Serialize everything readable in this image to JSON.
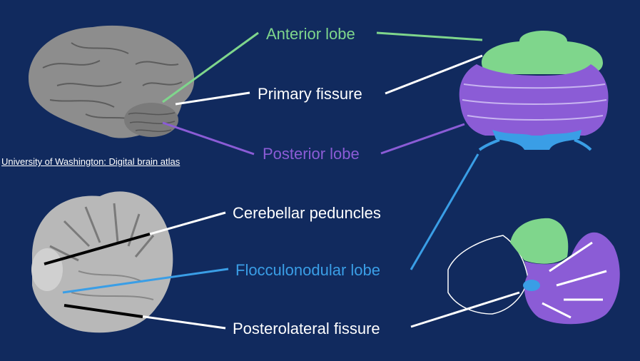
{
  "labels": {
    "anterior_lobe": "Anterior lobe",
    "primary_fissure": "Primary fissure",
    "posterior_lobe": "Posterior lobe",
    "cerebellar_peduncles": "Cerebellar peduncles",
    "flocculonodular_lobe": "Flocculonodular lobe",
    "posterolateral_fissure": "Posterolateral fissure"
  },
  "credit": "University of Washington: Digital brain atlas",
  "colors": {
    "background": "#112a5e",
    "anterior": "#7fd68c",
    "posterior": "#8b5cd6",
    "flocculonodular": "#3a9ee6",
    "white": "#ffffff",
    "specimen_gray": "#9a9a9a"
  }
}
